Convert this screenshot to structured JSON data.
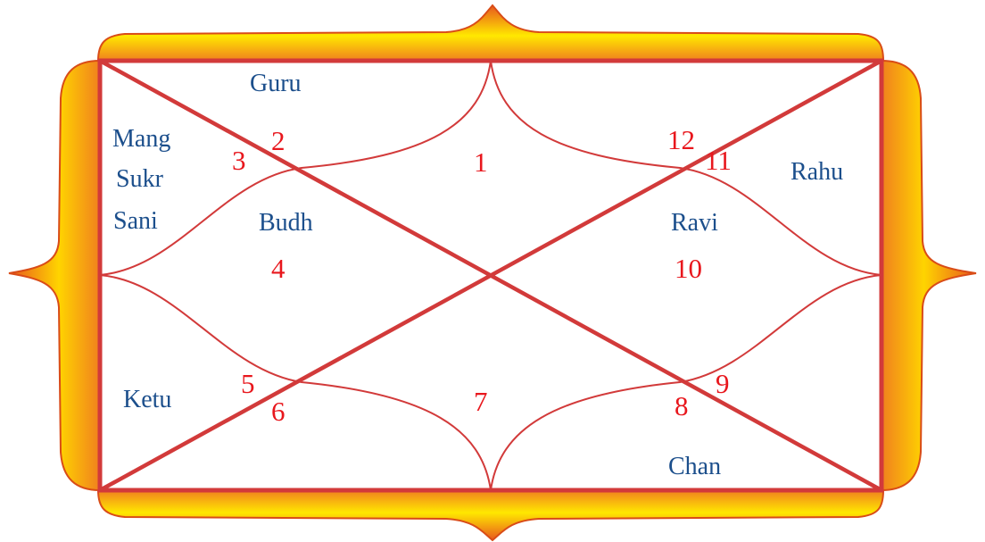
{
  "colors": {
    "frame_outer": "#e8581e",
    "frame_inner": "#fff200",
    "frame_edge": "#d94c17",
    "line": "#d23a3a",
    "house_number": "#e8171d",
    "planet_text": "#1c4f8c",
    "background": "#ffffff"
  },
  "houses": {
    "h1": "1",
    "h2": "2",
    "h3": "3",
    "h4": "4",
    "h5": "5",
    "h6": "6",
    "h7": "7",
    "h8": "8",
    "h9": "9",
    "h10": "10",
    "h11": "11",
    "h12": "12"
  },
  "planets": {
    "guru": "Guru",
    "mang": "Mang",
    "sukr": "Sukr",
    "sani": "Sani",
    "budh": "Budh",
    "rahu": "Rahu",
    "ravi": "Ravi",
    "ketu": "Ketu",
    "chan": "Chan"
  }
}
